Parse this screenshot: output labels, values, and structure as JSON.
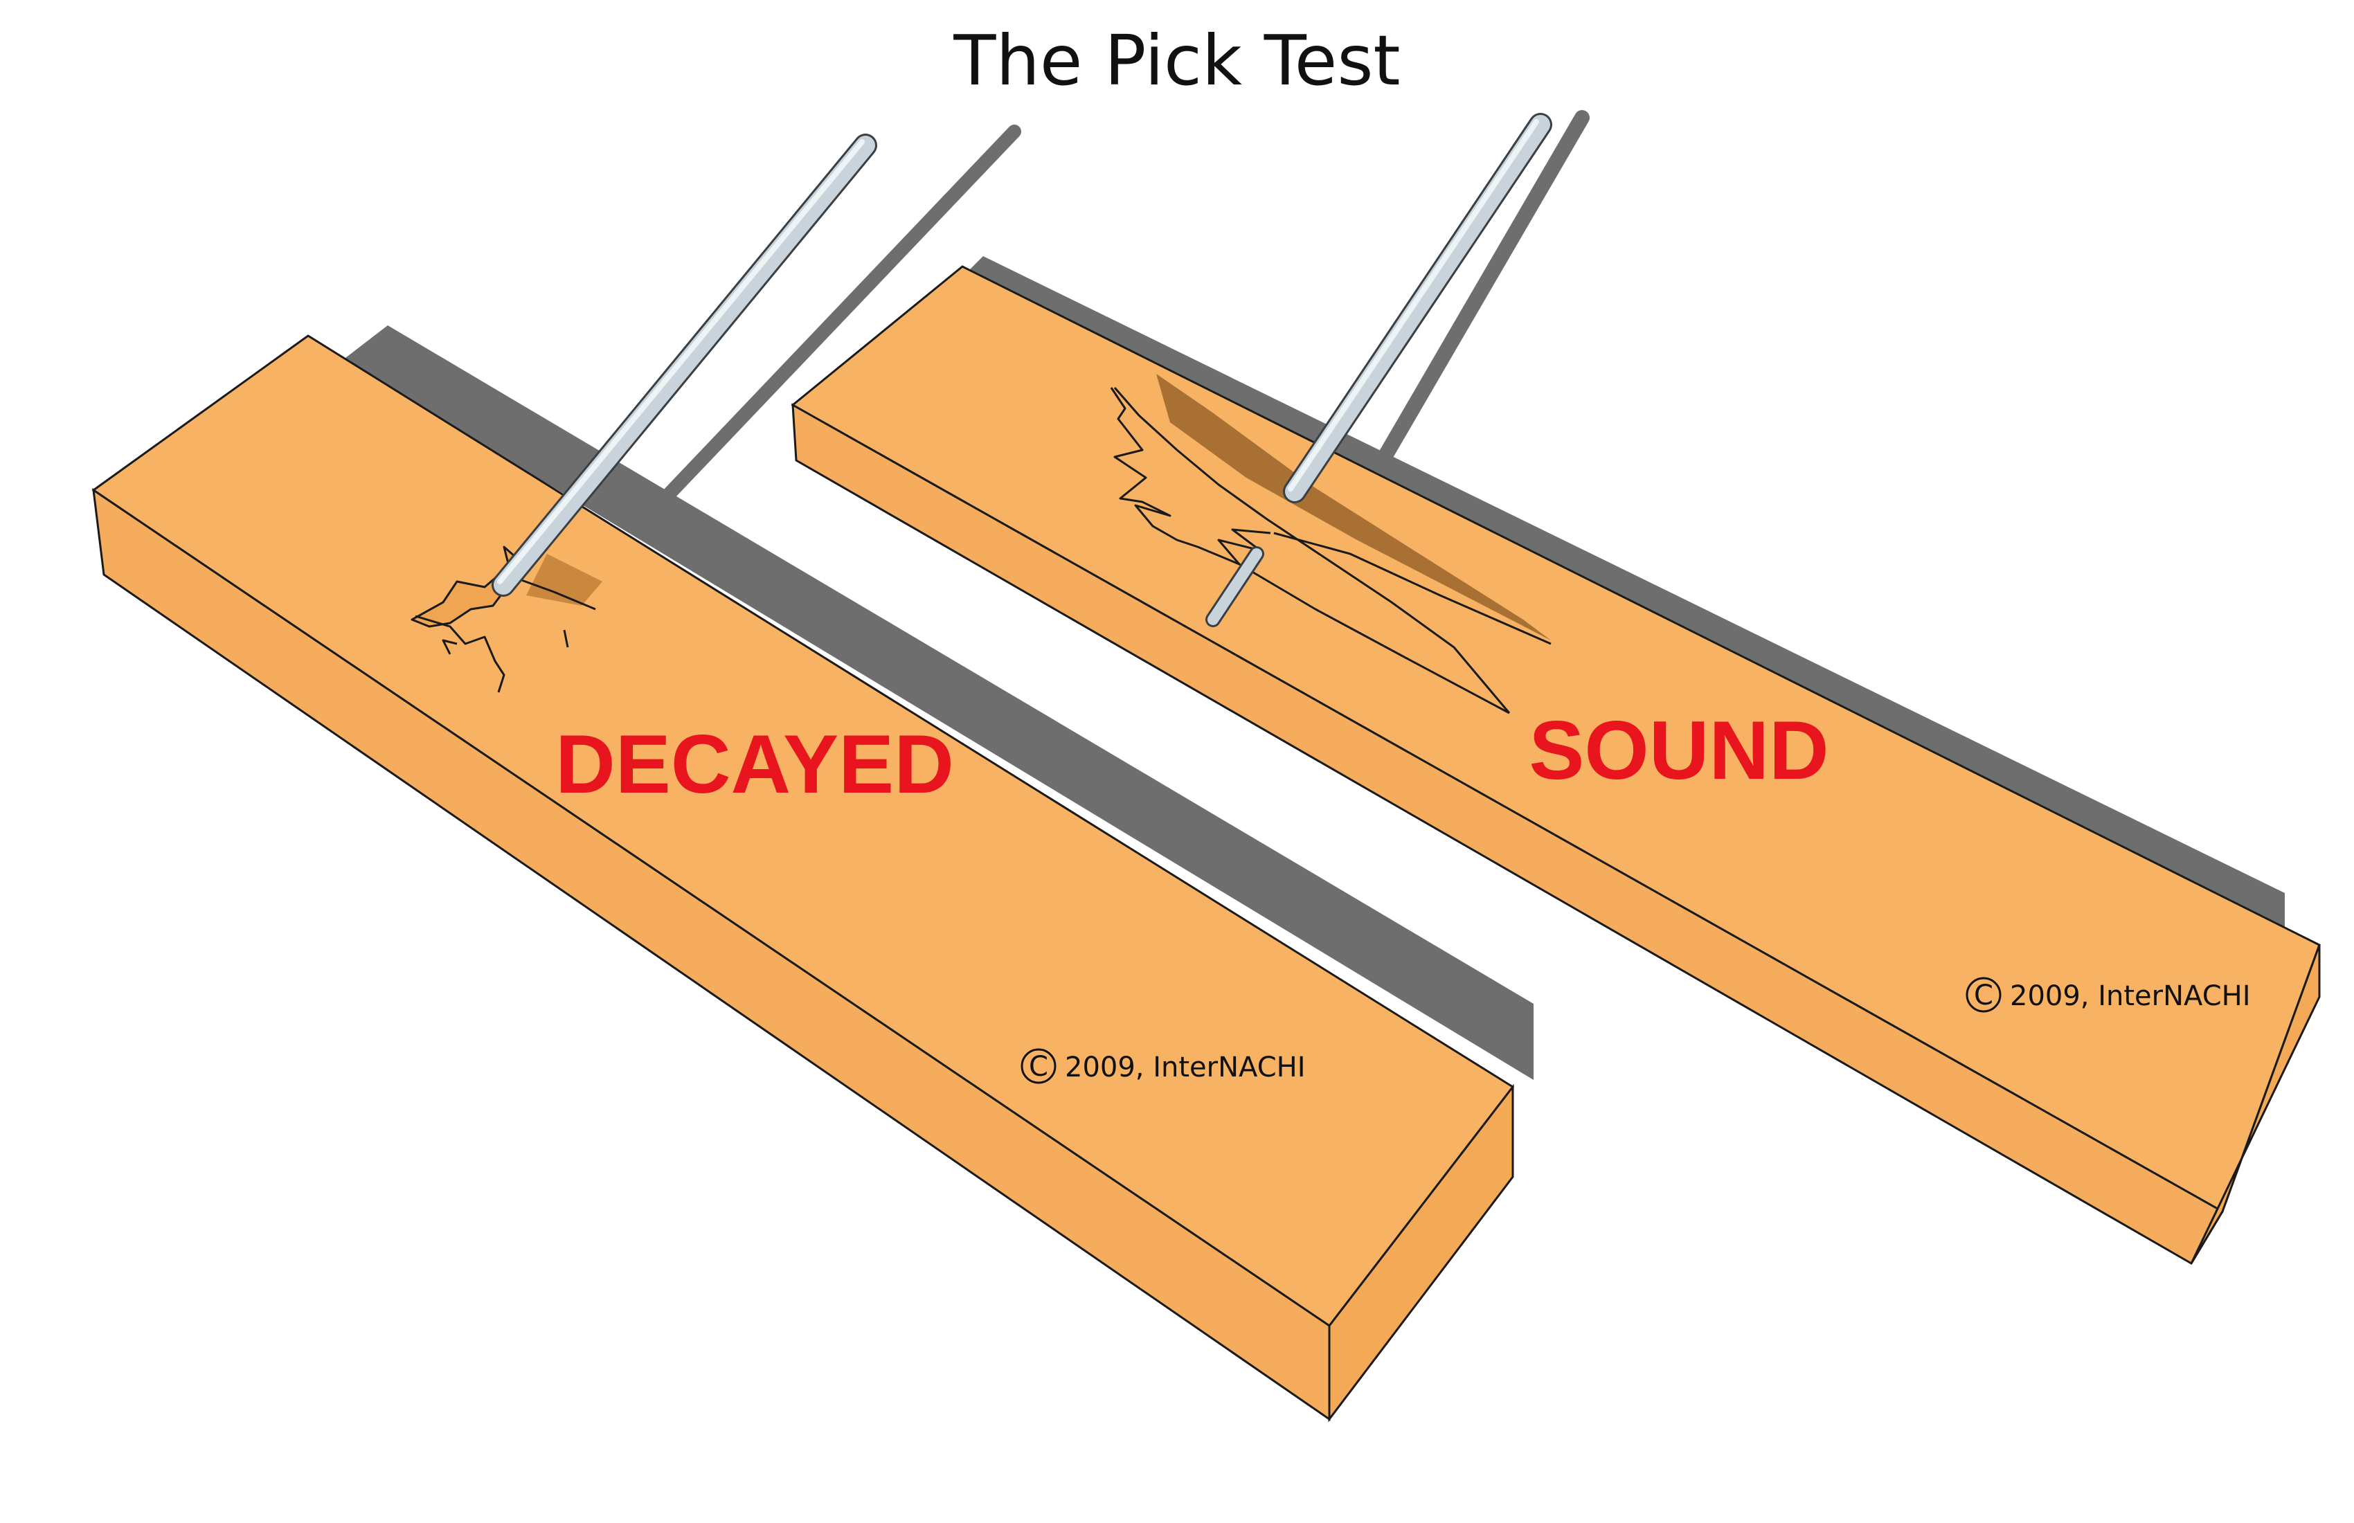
{
  "title": "The Pick Test",
  "colors": {
    "wood_top": "#F7B264",
    "wood_front": "#F5AC5C",
    "wood_end": "#F3A955",
    "shadow": "#6E6E6E",
    "pick": "#C8D3DB",
    "label": "#E8141E",
    "outline": "#1A1A1A"
  },
  "boards": [
    {
      "id": "decayed",
      "label": "DECAYED",
      "copyright_symbol": "C",
      "copyright_text": "2009, InterNACHI",
      "icon": "decay-splinter-icon"
    },
    {
      "id": "sound",
      "label": "SOUND",
      "copyright_symbol": "C",
      "copyright_text": "2009, InterNACHI",
      "icon": "long-splinter-icon"
    }
  ]
}
